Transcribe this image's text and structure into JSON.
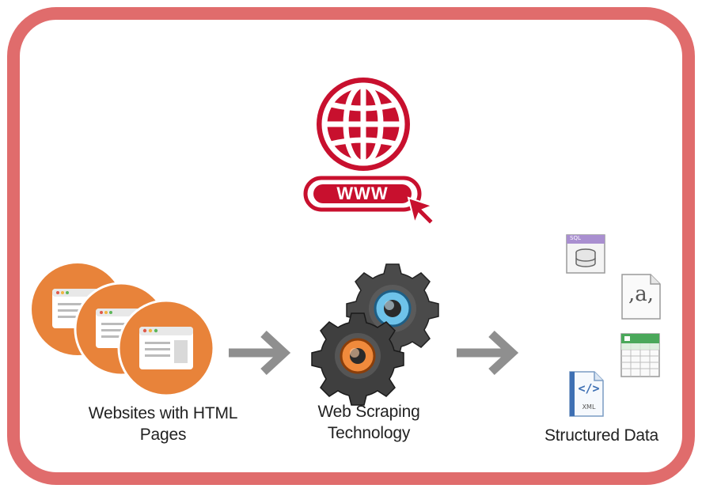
{
  "web_badge": {
    "text": "WWW"
  },
  "colors": {
    "frame": "#e06c6c",
    "brand_red": "#c8102e",
    "site_orange": "#e8833a",
    "arrow_gray": "#8f8f8f"
  },
  "stages": {
    "websites": {
      "line1": "Websites with HTML",
      "line2": "Pages"
    },
    "scraping": {
      "line1": "Web Scraping",
      "line2": "Technology"
    },
    "output": {
      "label": "Structured Data"
    }
  },
  "data_files": {
    "sql": {
      "tag": "SQL",
      "icon": "database-icon"
    },
    "csv": {
      "text": ",a,",
      "icon": "csv-icon"
    },
    "spreadsheet": {
      "icon": "spreadsheet-icon"
    },
    "xml": {
      "tag": "XML",
      "glyph": "</>",
      "icon": "xml-icon"
    }
  }
}
